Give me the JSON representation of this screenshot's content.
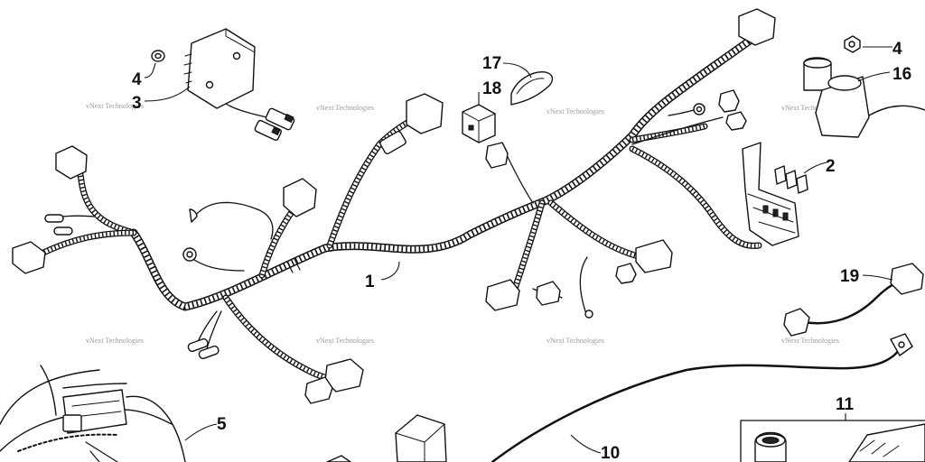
{
  "callouts": {
    "c1": "1",
    "c2": "2",
    "c3": "3",
    "c4a": "4",
    "c4b": "4",
    "c5": "5",
    "c10": "10",
    "c11": "11",
    "c16": "16",
    "c17": "17",
    "c18": "18",
    "c19": "19"
  },
  "watermark": "vNext Technologies",
  "colors": {
    "line": "#111111",
    "watermark": "#9a9a9a",
    "background": "#ffffff"
  }
}
